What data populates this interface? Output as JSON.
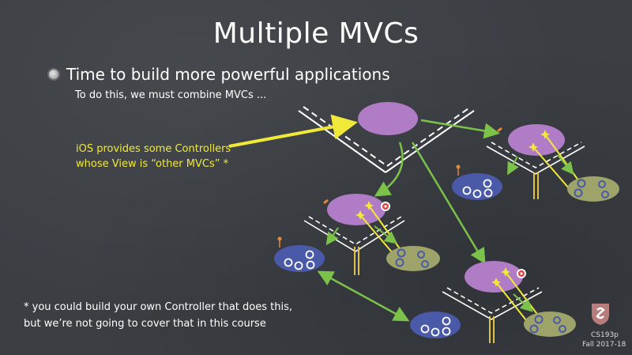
{
  "slide": {
    "title": "Multiple MVCs",
    "bullet": "Time to build more powerful applications",
    "subtext": "To do this, we must combine MVCs ...",
    "yellow_note_line1": "iOS provides some Controllers",
    "yellow_note_line2": "whose View is “other MVCs” *",
    "footnote_line1": "* you could build your own Controller that does this,",
    "footnote_line2": "but we’re not going to cover that in this course",
    "course": "CS193p",
    "term": "Fall 2017-18"
  },
  "colors": {
    "background": "#3b3f44",
    "controller": "#b07cc6",
    "view": "#4a5aa8",
    "model": "#9ea36a",
    "green_arrow": "#7cc24a",
    "yellow": "#f1e93a",
    "white_line": "#ffffff",
    "logo": "#b77d7d"
  },
  "icons": [
    "bullet-icon",
    "stanford-logo-icon",
    "target-icon",
    "outlet-star-icon",
    "antenna-icon"
  ]
}
